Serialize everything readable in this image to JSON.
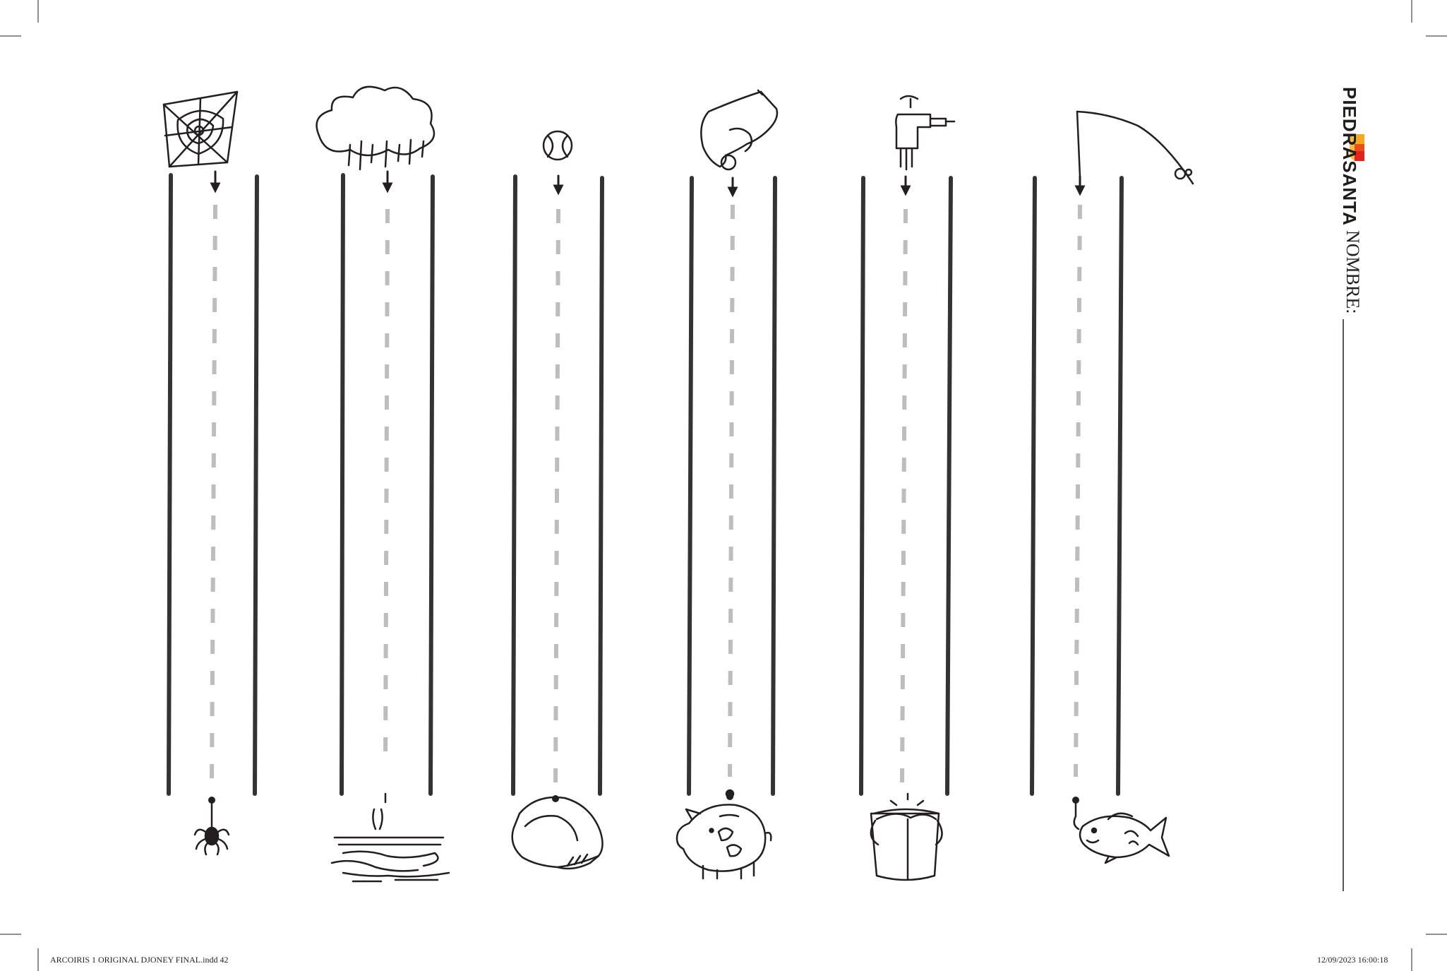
{
  "brand": {
    "name": "PIEDRASANTA",
    "logo_colors": [
      "#f7a823",
      "#e94e1b",
      "#e2231a"
    ]
  },
  "header": {
    "name_label": "NOMBRE:"
  },
  "footer": {
    "file_slug": "ARCOIRIS 1 ORIGINAL DJONEY FINAL.indd   42",
    "timestamp": "12/09/2023   16:00:18"
  },
  "exercise": {
    "lanes": [
      {
        "top_icon": "spider-web-icon",
        "bottom_icon": "spider-icon"
      },
      {
        "top_icon": "rain-cloud-icon",
        "bottom_icon": "puddle-icon"
      },
      {
        "top_icon": "baseball-icon",
        "bottom_icon": "baseball-glove-icon"
      },
      {
        "top_icon": "hand-with-coin-icon",
        "bottom_icon": "piggy-bank-icon"
      },
      {
        "top_icon": "water-faucet-icon",
        "bottom_icon": "bucket-icon"
      },
      {
        "top_icon": "fishing-rod-icon",
        "bottom_icon": "fish-icon"
      }
    ]
  }
}
